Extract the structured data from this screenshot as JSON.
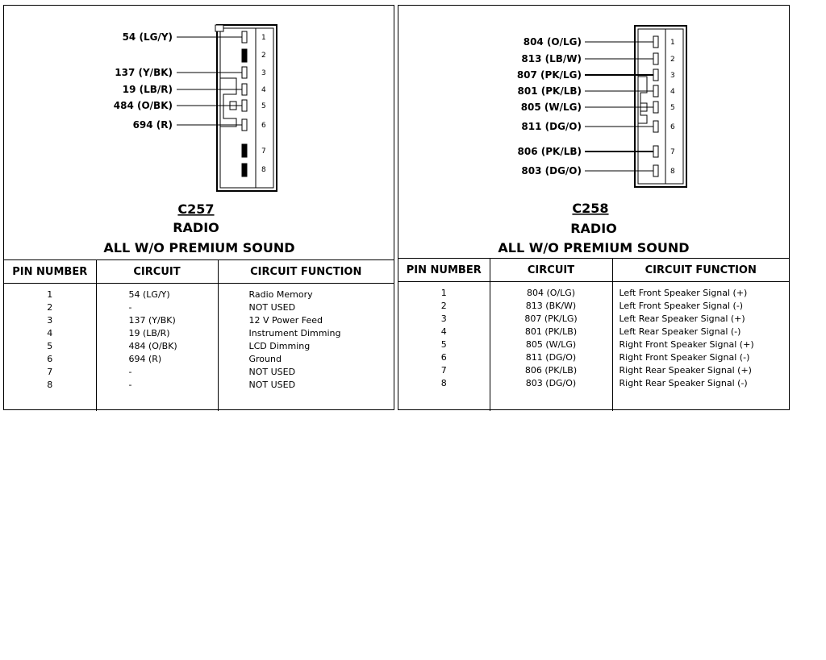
{
  "c257": {
    "connector_id": "C257",
    "component": "RADIO",
    "note": "ALL W/O PREMIUM SOUND",
    "wire_labels": [
      "54 (LG/Y)",
      "137 (Y/BK)",
      "19 (LB/R)",
      "484 (O/BK)",
      "694 (R)"
    ],
    "pin_numbers": [
      "1",
      "2",
      "3",
      "4",
      "5",
      "6",
      "7",
      "8"
    ],
    "table": {
      "headers": [
        "PIN NUMBER",
        "CIRCUIT",
        "CIRCUIT FUNCTION"
      ],
      "pins": [
        "1",
        "2",
        "3",
        "4",
        "5",
        "6",
        "7",
        "8"
      ],
      "circuits": [
        "54 (LG/Y)",
        "-",
        "137 (Y/BK)",
        "19 (LB/R)",
        "484 (O/BK)",
        "694 (R)",
        "-",
        "-"
      ],
      "functions": [
        "Radio Memory",
        "NOT USED",
        "12 V Power Feed",
        "Instrument Dimming",
        "LCD Dimming",
        "Ground",
        "NOT USED",
        "NOT USED"
      ]
    }
  },
  "c258": {
    "connector_id": "C258",
    "component": "RADIO",
    "note": "ALL W/O PREMIUM SOUND",
    "wire_labels": [
      "804 (O/LG)",
      "813 (LB/W)",
      "807 (PK/LG)",
      "801 (PK/LB)",
      "805 (W/LG)",
      "811 (DG/O)",
      "806 (PK/LB)",
      "803 (DG/O)"
    ],
    "pin_numbers": [
      "1",
      "2",
      "3",
      "4",
      "5",
      "6",
      "7",
      "8"
    ],
    "table": {
      "headers": [
        "PIN NUMBER",
        "CIRCUIT",
        "CIRCUIT FUNCTION"
      ],
      "pins": [
        "1",
        "2",
        "3",
        "4",
        "5",
        "6",
        "7",
        "8"
      ],
      "circuits": [
        "804 (O/LG)",
        "813 (BK/W)",
        "807 (PK/LG)",
        "801 (PK/LB)",
        "805 (W/LG)",
        "811 (DG/O)",
        "806 (PK/LB)",
        "803 (DG/O)"
      ],
      "functions": [
        "Left Front Speaker Signal (+)",
        "Left Front Speaker Signal (-)",
        "Left Rear Speaker Signal (+)",
        "Left Rear Speaker Signal (-)",
        "Right Front Speaker Signal (+)",
        "Right Front Speaker Signal (-)",
        "Right Rear Speaker Signal (+)",
        "Right Rear Speaker Signal (-)"
      ]
    }
  }
}
